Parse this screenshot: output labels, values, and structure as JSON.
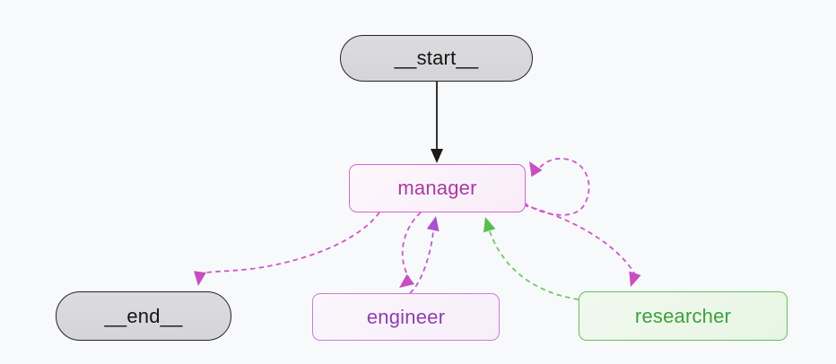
{
  "diagram": {
    "type": "state-graph",
    "background_color": "#f8f9fb",
    "nodes": [
      {
        "id": "__start__",
        "label": "__start__",
        "shape": "pill",
        "fill": "#d8d8da",
        "border_color": "#242424",
        "text_color": "#141414"
      },
      {
        "id": "manager",
        "label": "manager",
        "shape": "rounded-rect",
        "fill": "#faf1fa",
        "border_color": "#d765cb",
        "text_color": "#a93aa2"
      },
      {
        "id": "__end__",
        "label": "__end__",
        "shape": "pill",
        "fill": "#d8d8da",
        "border_color": "#242424",
        "text_color": "#141414"
      },
      {
        "id": "engineer",
        "label": "engineer",
        "shape": "rounded-rect",
        "fill": "#f9f2fa",
        "border_color": "#c77fd4",
        "text_color": "#8d3fae"
      },
      {
        "id": "researcher",
        "label": "researcher",
        "shape": "rounded-rect",
        "fill": "#ecf7e9",
        "border_color": "#63bf5c",
        "text_color": "#3ca13b"
      }
    ],
    "edges": [
      {
        "from": "__start__",
        "to": "manager",
        "style": "solid",
        "color": "#1b1b1b"
      },
      {
        "from": "manager",
        "to": "__end__",
        "style": "dashed",
        "color": "#cf58c5"
      },
      {
        "from": "manager",
        "to": "engineer",
        "style": "dashed",
        "color": "#cf58c5"
      },
      {
        "from": "engineer",
        "to": "manager",
        "style": "dashed",
        "color": "#b65ed3"
      },
      {
        "from": "manager",
        "to": "researcher",
        "style": "dashed",
        "color": "#cf58c5"
      },
      {
        "from": "researcher",
        "to": "manager",
        "style": "dashed",
        "color": "#72c868"
      },
      {
        "from": "manager",
        "to": "manager",
        "style": "dashed",
        "color": "#cf58c5"
      }
    ]
  }
}
